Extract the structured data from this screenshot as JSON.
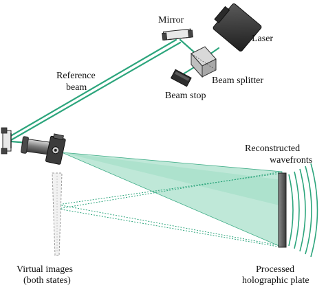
{
  "labels": {
    "mirror": "Mirror",
    "laser": "Laser",
    "beam_splitter": "Beam splitter",
    "beam_stop": "Beam stop",
    "reference_beam_line1": "Reference",
    "reference_beam_line2": "beam",
    "reconstructed_line1": "Reconstructed",
    "reconstructed_line2": "wavefronts",
    "virtual_line1": "Virtual images",
    "virtual_line2": "(both states)",
    "plate_line1": "Processed",
    "plate_line2": "holographic plate"
  },
  "colors": {
    "beam": "#2ca57c",
    "beam_fill": "#b9e6d4",
    "device_dark": "#3a3a3a",
    "device_mid": "#6f6f6f",
    "device_light": "#bdbdbd",
    "plate": "#4f4f4f",
    "virtual_image": "#9a9a9a"
  },
  "icons": {
    "laser": "laser-icon",
    "mirror": "mirror-icon",
    "beam_splitter": "beam-splitter-icon",
    "beam_stop": "beam-stop-icon",
    "left_mirror": "left-mirror-icon",
    "beam_expander": "beam-expander-icon",
    "spatial_filter": "spatial-filter-icon",
    "holographic_plate": "holographic-plate-icon",
    "virtual_image": "virtual-image-icon"
  }
}
